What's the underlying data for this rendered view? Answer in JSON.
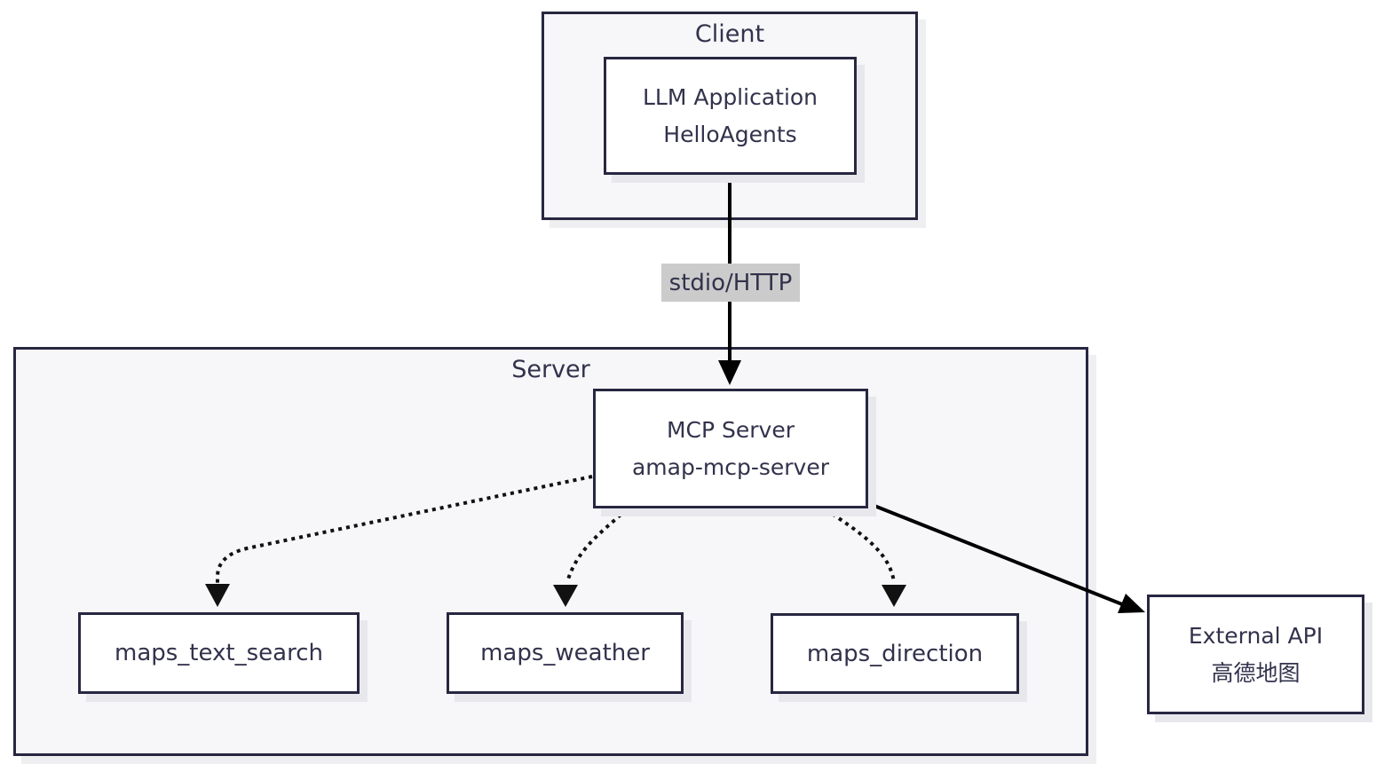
{
  "diagram": {
    "client_group": {
      "label": "Client"
    },
    "llm_node": {
      "line1": "LLM Application",
      "line2": "HelloAgents"
    },
    "transport_label": "stdio/HTTP",
    "server_group": {
      "label": "Server"
    },
    "mcp_node": {
      "line1": "MCP Server",
      "line2": "amap-mcp-server"
    },
    "tools": [
      {
        "label": "maps_text_search"
      },
      {
        "label": "maps_weather"
      },
      {
        "label": "maps_direction"
      }
    ],
    "external_node": {
      "line1": "External API",
      "line2": "高德地图"
    },
    "colors": {
      "box_border": "#272741",
      "text": "#32324c",
      "group_fill": "#f7f7fa",
      "node_fill": "#ffffff",
      "node_shadow": "#e8e8ec",
      "group_shadow": "#efeff1",
      "edge": "#000000",
      "edge_label_bg": "#cbcbcb"
    }
  }
}
